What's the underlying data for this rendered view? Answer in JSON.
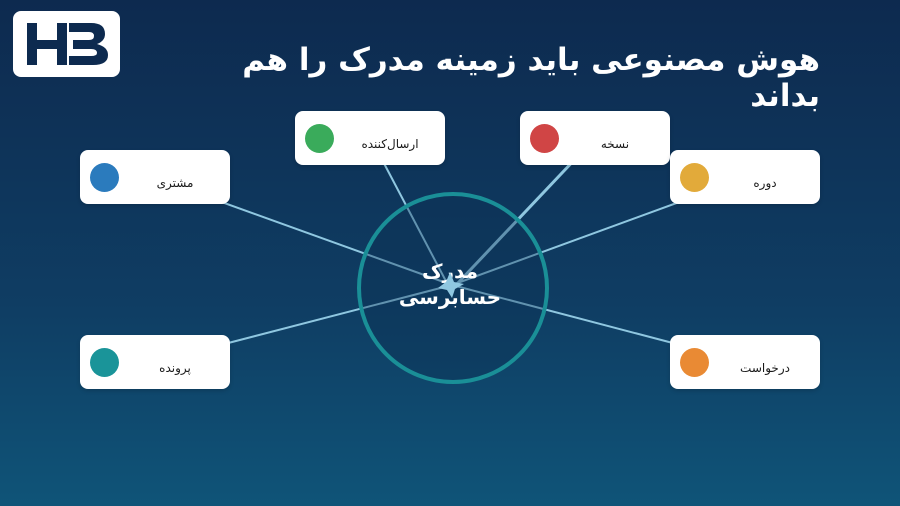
{
  "logo": {
    "text": "HB"
  },
  "title": "هوش مصنوعی باید زمینه مدرک را هم بداند",
  "center": {
    "label_line1": "مدرک",
    "label_line2": "حسابرسی"
  },
  "cards": [
    {
      "id": "customer",
      "label": "مشتری",
      "color": "#2b7bbd"
    },
    {
      "id": "sender",
      "label": "ارسال‌کننده",
      "color": "#3aab5b"
    },
    {
      "id": "version",
      "label": "نسخه",
      "color": "#d04545"
    },
    {
      "id": "period",
      "label": "دوره",
      "color": "#e2aa3a"
    },
    {
      "id": "file",
      "label": "پرونده",
      "color": "#1a9499"
    },
    {
      "id": "request",
      "label": "درخواست",
      "color": "#e98a34"
    }
  ],
  "colors": {
    "link": "#8fc7e0",
    "ring": "#1a8f97",
    "accent_star": "#8fc7e0"
  }
}
